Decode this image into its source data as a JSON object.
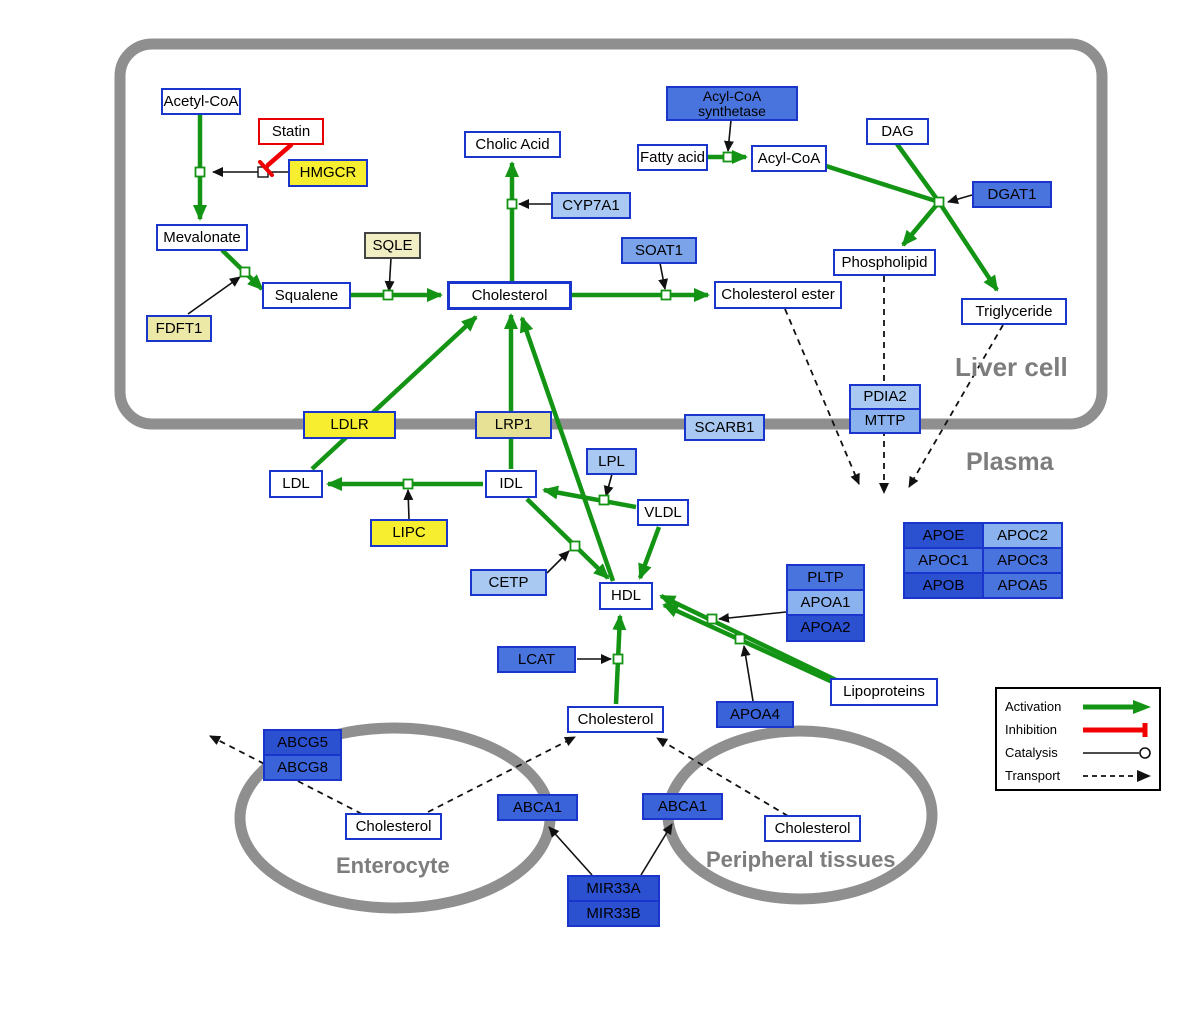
{
  "compartments": {
    "liver": "Liver cell",
    "plasma": "Plasma",
    "enterocyte": "Enterocyte",
    "peripheral": "Peripheral tissues"
  },
  "nodes": {
    "acetyl_coa": "Acetyl-CoA",
    "statin": "Statin",
    "hmgcr": "HMGCR",
    "mevalonate": "Mevalonate",
    "sqle": "SQLE",
    "fdft1": "FDFT1",
    "squalene": "Squalene",
    "cholesterol_liver": "Cholesterol",
    "cholic_acid": "Cholic Acid",
    "cyp7a1": "CYP7A1",
    "soat1": "SOAT1",
    "cholesterol_ester": "Cholesterol ester",
    "acyl_coa_synthetase": "Acyl-CoA synthetase",
    "fatty_acid": "Fatty acid",
    "acyl_coa": "Acyl-CoA",
    "dag": "DAG",
    "dgat1": "DGAT1",
    "phospholipid": "Phospholipid",
    "triglyceride": "Triglyceride",
    "pdia2": "PDIA2",
    "mttp": "MTTP",
    "ldlr": "LDLR",
    "lrp1": "LRP1",
    "scarb1": "SCARB1",
    "ldl": "LDL",
    "idl": "IDL",
    "lipc": "LIPC",
    "lpl": "LPL",
    "vldl": "VLDL",
    "cetp": "CETP",
    "hdl": "HDL",
    "pltp": "PLTP",
    "apoa1": "APOA1",
    "apoa2": "APOA2",
    "apoe": "APOE",
    "apoc2": "APOC2",
    "apoc1": "APOC1",
    "apoc3": "APOC3",
    "apob": "APOB",
    "apoa5": "APOA5",
    "lcat": "LCAT",
    "apoa4": "APOA4",
    "lipoproteins": "Lipoproteins",
    "cholesterol_plasma": "Cholesterol",
    "abcg5": "ABCG5",
    "abcg8": "ABCG8",
    "cholesterol_enterocyte": "Cholesterol",
    "abca1_enterocyte": "ABCA1",
    "abca1_peripheral": "ABCA1",
    "cholesterol_peripheral": "Cholesterol",
    "mir33a": "MIR33A",
    "mir33b": "MIR33B"
  },
  "legend": {
    "activation": "Activation",
    "inhibition": "Inhibition",
    "catalysis": "Catalysis",
    "transport": "Transport"
  },
  "colors": {
    "activation_green": "#149414",
    "inhibition_red": "#f00000",
    "membrane_gray": "#8f8f8f",
    "metabolite_border_blue": "#1a35cc",
    "drug_border_red": "#e80000",
    "gene_yellow": "#f6ee2e",
    "gene_cream": "#ece8a6",
    "gene_blue_dark": "#2b50d0",
    "gene_blue_mid": "#4a74dd",
    "gene_blue_light": "#a9c9f2"
  }
}
